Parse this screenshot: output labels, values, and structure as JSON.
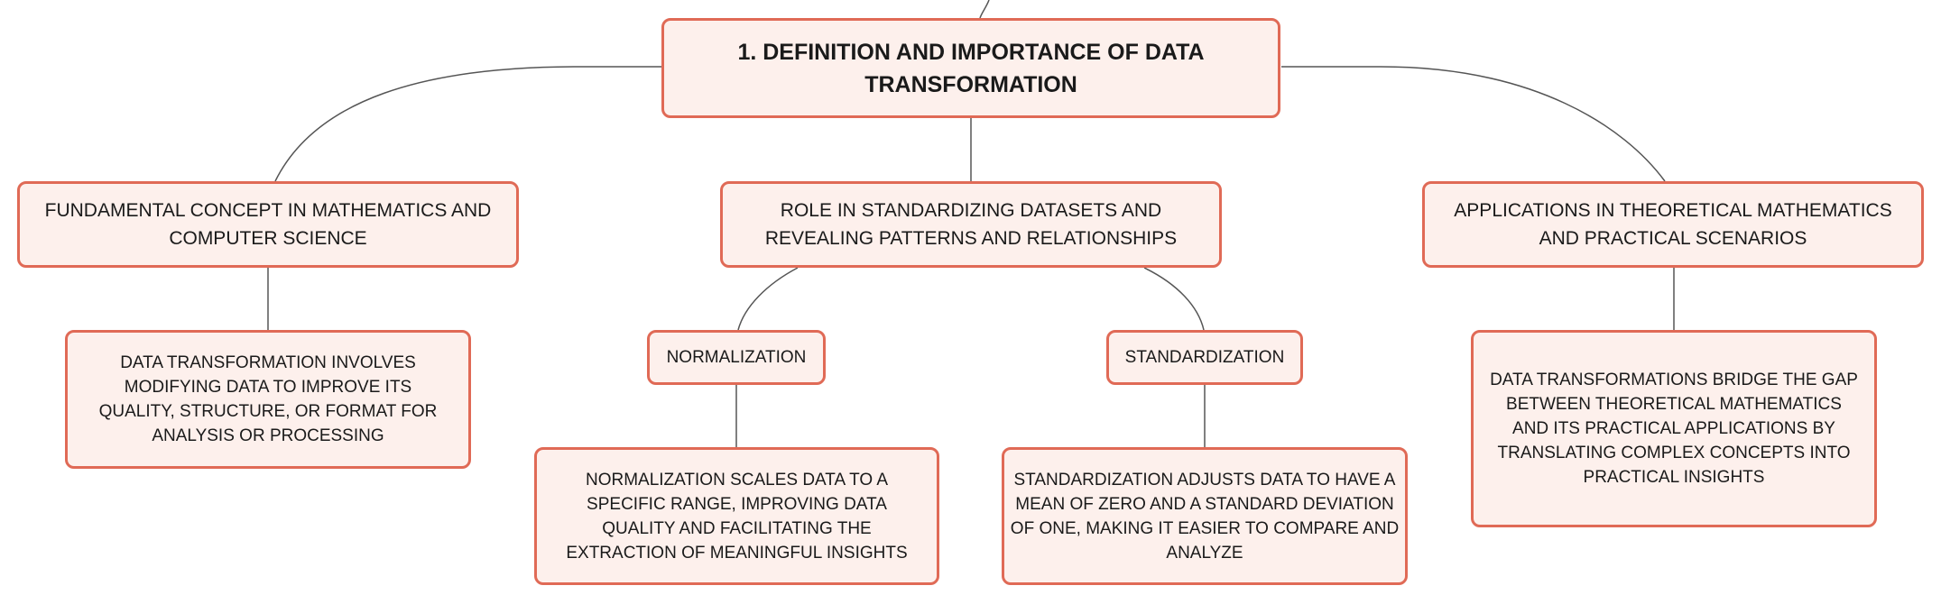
{
  "colors": {
    "node_fill": "#fdf0ec",
    "node_border": "#e06a56",
    "connector": "#555555",
    "text": "#1a1a1a"
  },
  "mindmap": {
    "root": {
      "label": "1. DEFINITION AND IMPORTANCE OF DATA TRANSFORMATION"
    },
    "branches": [
      {
        "label": "FUNDAMENTAL CONCEPT IN MATHEMATICS AND COMPUTER SCIENCE",
        "children": [
          {
            "label": "DATA TRANSFORMATION INVOLVES MODIFYING DATA TO IMPROVE ITS QUALITY, STRUCTURE, OR FORMAT FOR ANALYSIS OR PROCESSING"
          }
        ]
      },
      {
        "label": "ROLE IN STANDARDIZING DATASETS AND REVEALING PATTERNS AND RELATIONSHIPS",
        "children": [
          {
            "label": "NORMALIZATION",
            "children": [
              {
                "label": "NORMALIZATION SCALES DATA TO A SPECIFIC RANGE, IMPROVING DATA QUALITY AND FACILITATING THE EXTRACTION OF MEANINGFUL INSIGHTS"
              }
            ]
          },
          {
            "label": "STANDARDIZATION",
            "children": [
              {
                "label": "STANDARDIZATION ADJUSTS DATA TO HAVE A MEAN OF ZERO AND A STANDARD DEVIATION OF ONE, MAKING IT EASIER TO COMPARE AND ANALYZE"
              }
            ]
          }
        ]
      },
      {
        "label": "APPLICATIONS IN THEORETICAL MATHEMATICS AND PRACTICAL SCENARIOS",
        "children": [
          {
            "label": "DATA TRANSFORMATIONS BRIDGE THE GAP BETWEEN THEORETICAL MATHEMATICS AND ITS PRACTICAL APPLICATIONS BY TRANSLATING COMPLEX CONCEPTS INTO PRACTICAL INSIGHTS"
          }
        ]
      }
    ]
  }
}
